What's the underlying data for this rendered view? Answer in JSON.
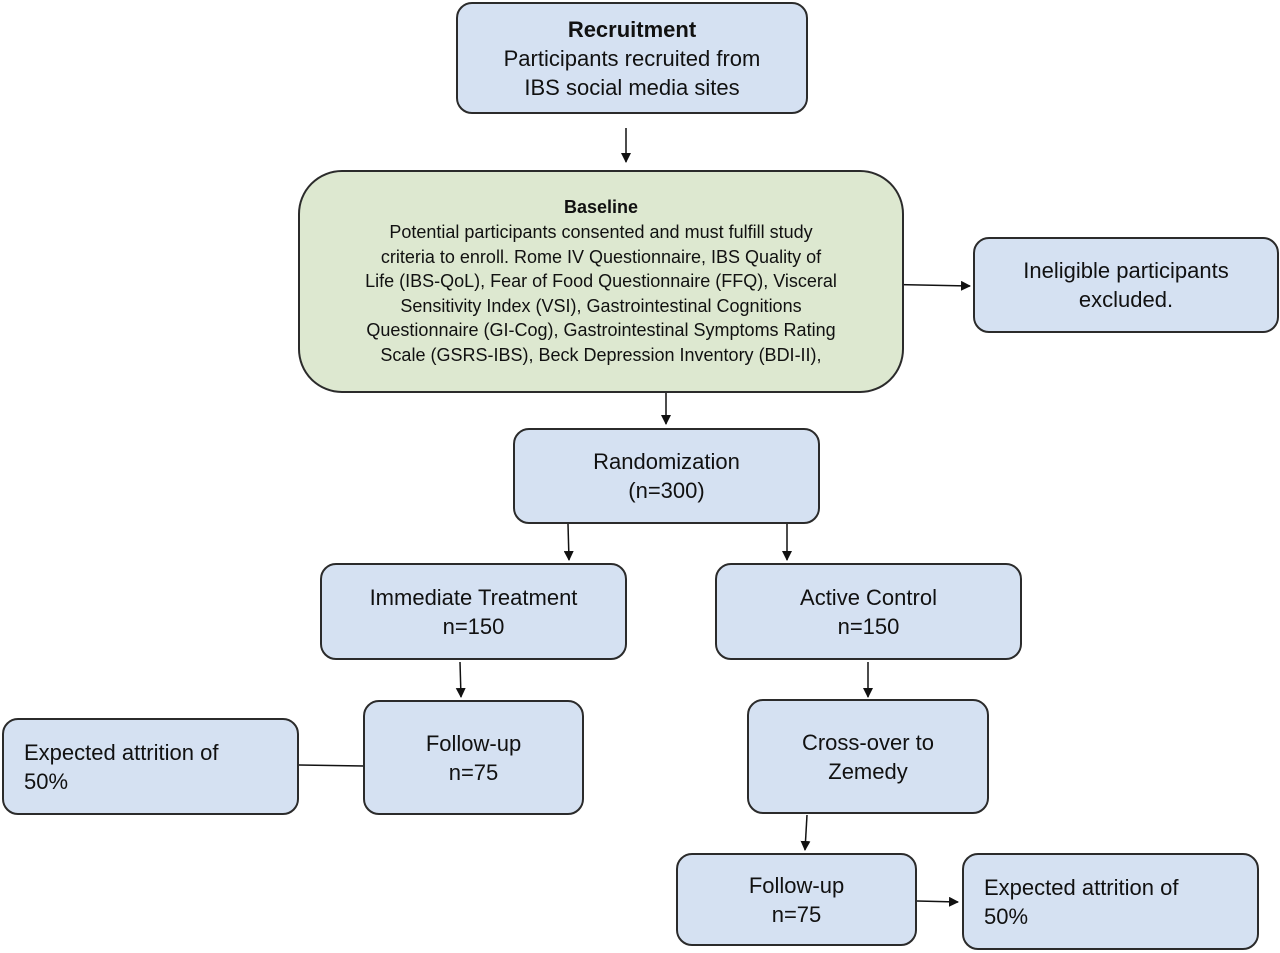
{
  "recruitment": {
    "title": "Recruitment",
    "line1": "Participants recruited from",
    "line2": "IBS social media sites"
  },
  "baseline": {
    "title": "Baseline",
    "lines": [
      "Potential participants consented and must fulfill study",
      "criteria to enroll. Rome IV Questionnaire, IBS Quality of",
      "Life (IBS-QoL), Fear of Food Questionnaire (FFQ), Visceral",
      "Sensitivity Index (VSI), Gastrointestinal Cognitions",
      "Questionnaire (GI-Cog), Gastrointestinal Symptoms Rating",
      "Scale (GSRS-IBS), Beck Depression Inventory (BDI-II),"
    ]
  },
  "ineligible": {
    "line1": "Ineligible participants",
    "line2": "excluded."
  },
  "randomization": {
    "line1": "Randomization",
    "line2": "(n=300)"
  },
  "immediate": {
    "line1": "Immediate Treatment",
    "line2": "n=150"
  },
  "active": {
    "line1": "Active Control",
    "line2": "n=150"
  },
  "followup_left": {
    "line1": "Follow-up",
    "line2": "n=75"
  },
  "attrition_left": {
    "line1": "Expected attrition of",
    "line2": "50%"
  },
  "crossover": {
    "line1": "Cross-over to",
    "line2": "Zemedy"
  },
  "followup_right": {
    "line1": "Follow-up",
    "line2": "n=75"
  },
  "attrition_right": {
    "line1": "Expected attrition of",
    "line2": "50%"
  },
  "colors": {
    "box_fill": "#d5e1f2",
    "baseline_fill": "#dde8d0",
    "stroke": "#2b2b2b"
  }
}
